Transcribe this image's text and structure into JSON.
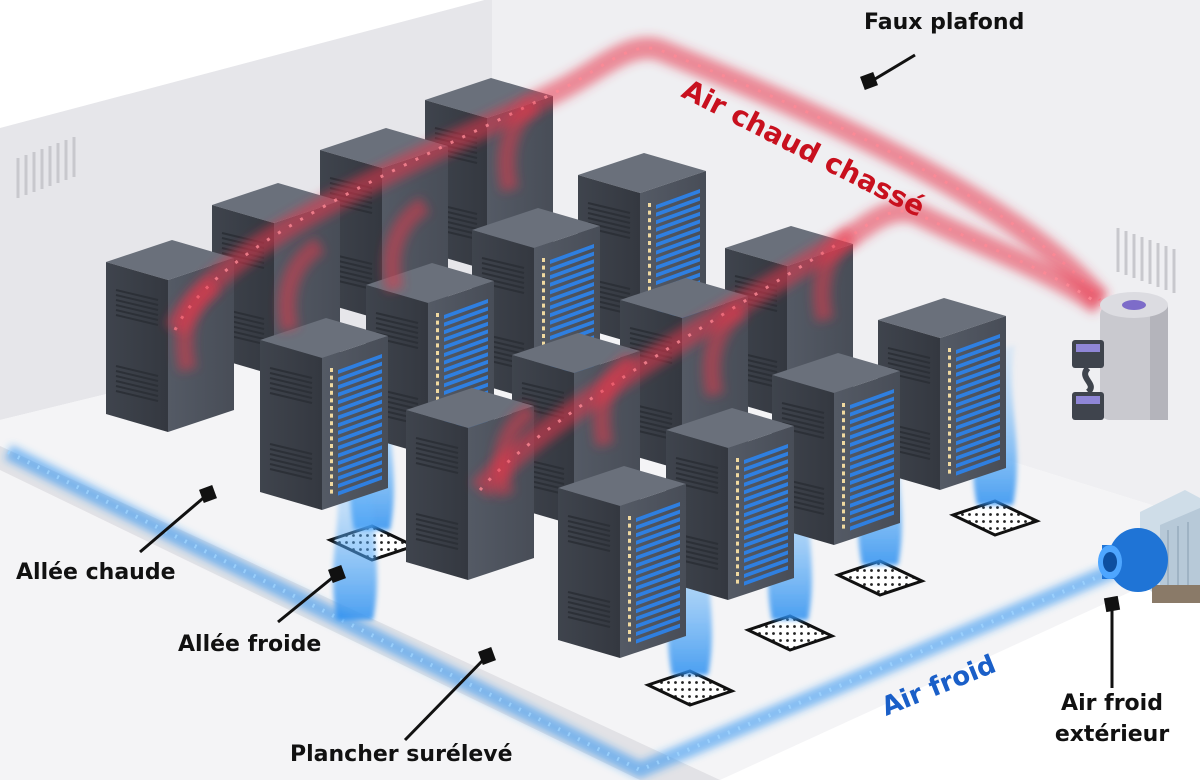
{
  "labels": {
    "faux_plafond": "Faux plafond",
    "air_chaud_chasse": "Air chaud chassé",
    "allee_chaude": "Allée chaude",
    "allee_froide": "Allée froide",
    "plancher_sureleve": "Plancher surélevé",
    "air_froid": "Air froid",
    "air_froid_exterieur_1": "Air froid",
    "air_froid_exterieur_2": "extérieur"
  },
  "colors": {
    "hot_air": "#e8364a",
    "hot_air_text": "#c8101e",
    "cold_air": "#2b8ff0",
    "cold_air_text": "#1a5fc8",
    "rack_body": "#4f5560",
    "rack_top": "#6a707b",
    "rack_side": "#3a3f48",
    "rack_lights": "#2f7fe0",
    "wall": "#ececef",
    "floor": "#f3f3f5"
  },
  "icons": [
    "hot-air-flow",
    "cold-air-flow",
    "server-rack",
    "floor-vent",
    "air-conditioning-unit",
    "cold-air-intake-unit",
    "callout-marker"
  ]
}
